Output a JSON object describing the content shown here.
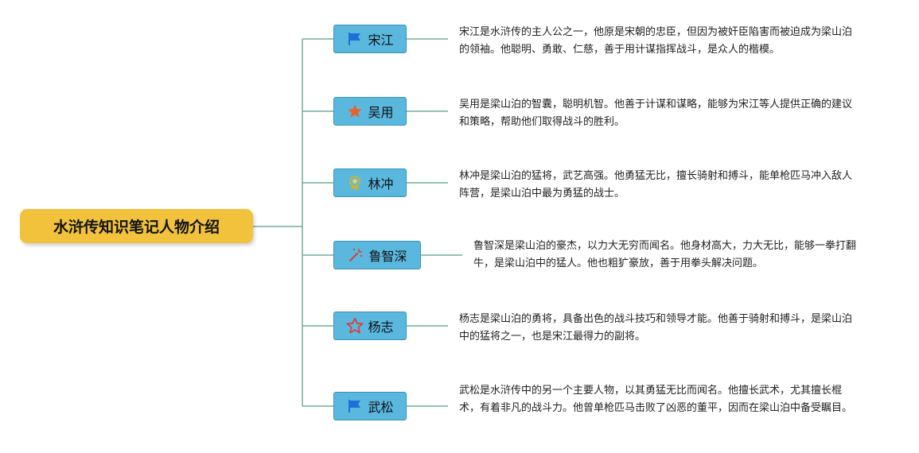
{
  "root": {
    "title": "水浒传知识笔记人物介绍"
  },
  "characters": [
    {
      "name": "宋江",
      "icon": "flag-icon",
      "desc": "宋江是水浒传的主人公之一，他原是宋朝的忠臣，但因为被奸臣陷害而被迫成为梁山泊的领袖。他聪明、勇敢、仁慈，善于用计谋指挥战斗，是众人的楷模。"
    },
    {
      "name": "吴用",
      "icon": "star-icon",
      "desc": "吴用是梁山泊的智囊，聪明机智。他善于计谋和谋略，能够为宋江等人提供正确的建议和策略，帮助他们取得战斗的胜利。"
    },
    {
      "name": "林冲",
      "icon": "medal-icon",
      "desc": "林冲是梁山泊的猛将，武艺高强。他勇猛无比，擅长骑射和搏斗，能单枪匹马冲入敌人阵营，是梁山泊中最为勇猛的战士。"
    },
    {
      "name": "鲁智深",
      "icon": "magic-wand-icon",
      "desc": "鲁智深是梁山泊的豪杰，以力大无穷而闻名。他身材高大，力大无比，能够一拳打翻牛，是梁山泊中的猛人。他也粗犷豪放，善于用拳头解决问题。"
    },
    {
      "name": "杨志",
      "icon": "star-outline-icon",
      "desc": "杨志是梁山泊的勇将，具备出色的战斗技巧和领导才能。他善于骑射和搏斗，是梁山泊中的猛将之一，也是宋江最得力的副将。"
    },
    {
      "name": "武松",
      "icon": "flag-icon",
      "desc": "武松是水浒传中的另一个主要人物，以其勇猛无比而闻名。他擅长武术，尤其擅长棍术，有着非凡的战斗力。他曾单枪匹马击败了凶恶的董平，因而在梁山泊中备受瞩目。"
    }
  ],
  "colors": {
    "root_fill": "#f2c23c",
    "node_fill": "#5ab8df",
    "connector": "#6fae99",
    "flag": "#1f6fd6",
    "star": "#e8622a",
    "medal": "#c8b43c",
    "wand": "#d9413a",
    "star_outline": "#e03a3a"
  }
}
